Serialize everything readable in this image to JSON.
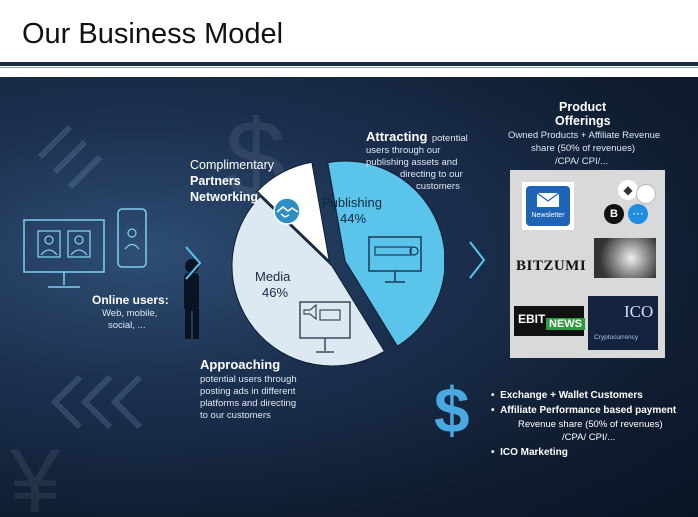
{
  "title": "Our Business Model",
  "online_users": {
    "heading": "Online users:",
    "detail_line1": "Web, mobile,",
    "detail_line2": "social, ..."
  },
  "attracting": {
    "bold": "Attracting",
    "rest_line1": "potential",
    "line2": "users through our",
    "line3": "publishing assets and",
    "line4": "directing to our",
    "line5": "customers"
  },
  "complimentary": {
    "line1": "Complimentary",
    "line2": "Partners",
    "line3": "Networking"
  },
  "approaching": {
    "bold": "Approaching",
    "line1": "potential users through",
    "line2": "posting ads in different",
    "line3": "platforms and directing",
    "line4": "to our customers"
  },
  "product": {
    "heading_line1": "Product",
    "heading_line2": "Offerings",
    "sub_line1": "Owned Products + Affiliate Revenue",
    "sub_line2": "share  (50% of revenues)",
    "sub_line3": "/CPA/  CPI/..."
  },
  "chart_data": {
    "type": "pie",
    "slices": [
      {
        "name": "Publishing",
        "value": 44,
        "label": "44%",
        "color": "#5bc4ea"
      },
      {
        "name": "Media",
        "value": 46,
        "label": "46%",
        "color": "#dce9f3"
      },
      {
        "name": "Complimentary Partners Networking",
        "value": 10,
        "label": "",
        "color": "#ffffff"
      }
    ]
  },
  "logos": {
    "newsletter": "Newsletter",
    "bitzumi": "BITZUMI",
    "ebit_line1": "EBIT",
    "ebit_line2": "NEWS",
    "ico": "ICO",
    "ico_sub": "Cryptocurrency"
  },
  "bullets": {
    "b1": "Exchange + Wallet Customers",
    "b2": "Affiliate Performance based payment",
    "b2_sub1": "Revenue share  (50% of revenues)",
    "b2_sub2": "/CPA/  CPI/...",
    "b3": "ICO Marketing"
  },
  "colors": {
    "accent": "#5bc4ea",
    "navy": "#1b2a44",
    "dollar": "#4aa8e0"
  }
}
